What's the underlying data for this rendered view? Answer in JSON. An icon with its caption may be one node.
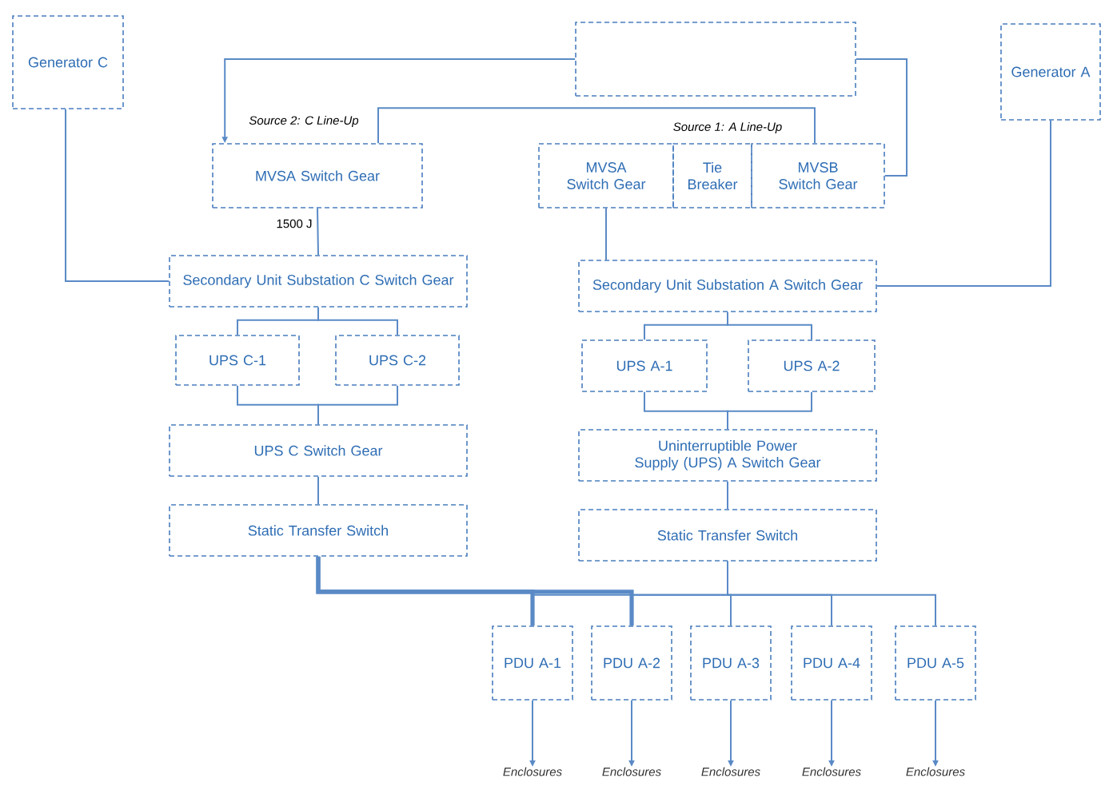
{
  "diagram": {
    "nodes": [
      {
        "text": [
          "Generator C"
        ]
      },
      {
        "text": [
          "Generator A"
        ]
      },
      {
        "text": [],
        "shape": "box"
      },
      {
        "text": [
          "MVSA Switch Gear"
        ]
      },
      {
        "text": [
          "MVSA Switch Gear"
        ]
      },
      {
        "text": [
          "Tie Breaker"
        ]
      },
      {
        "text": [
          "MVSB Switch Gear"
        ]
      },
      {
        "text": [
          "Secondary Unit Substation C Switch Gear"
        ]
      },
      {
        "text": [
          "Secondary Unit Substation A Switch Gear"
        ]
      },
      {
        "text": [
          "UPS C-1"
        ]
      },
      {
        "text": [
          "UPS C-2"
        ]
      },
      {
        "text": [
          "UPS A-1"
        ]
      },
      {
        "text": [
          "UPS A-2"
        ]
      },
      {
        "text": [
          "UPS C Switch Gear"
        ]
      },
      {
        "text": [
          "Uninterruptible Power Supply (UPS) A Switch Gear"
        ]
      },
      {
        "text": [
          "Static Transfer Switch"
        ]
      },
      {
        "text": [
          "Static Transfer Switch"
        ]
      },
      {
        "text": [
          "PDU A-1"
        ]
      },
      {
        "text": [
          "PDU A-2"
        ]
      },
      {
        "text": [
          "PDU A-3"
        ]
      },
      {
        "text": [
          "PDU A-4"
        ]
      },
      {
        "text": [
          "PDU A-5"
        ]
      },
      {
        "text": [
          "Enclosures"
        ]
      },
      {
        "text": [
          "Enclosures"
        ]
      },
      {
        "text": [
          "Enclosures"
        ]
      },
      {
        "text": [
          "Enclosures"
        ]
      },
      {
        "text": [
          "Enclosures"
        ]
      }
    ],
    "edges": [
      {
        "from": 2,
        "to": 3,
        "arrow": "to"
      },
      {
        "from": 3,
        "to": 6,
        "arrow": "none"
      },
      {
        "from": 2,
        "to": 6,
        "arrow": "none"
      },
      {
        "from": 0,
        "to": 7,
        "arrow": "none"
      },
      {
        "from": 1,
        "to": 8,
        "arrow": "none"
      },
      {
        "from": 3,
        "to": 7,
        "arrow": "none",
        "label": "1500 J"
      },
      {
        "from": 4,
        "to": 8,
        "arrow": "none"
      },
      {
        "from": 7,
        "to": 9,
        "arrow": "none"
      },
      {
        "from": 7,
        "to": 10,
        "arrow": "none"
      },
      {
        "from": 9,
        "to": 13,
        "arrow": "none"
      },
      {
        "from": 10,
        "to": 13,
        "arrow": "none"
      },
      {
        "from": 8,
        "to": 11,
        "arrow": "none"
      },
      {
        "from": 8,
        "to": 12,
        "arrow": "none"
      },
      {
        "from": 11,
        "to": 14,
        "arrow": "none"
      },
      {
        "from": 12,
        "to": 14,
        "arrow": "none"
      },
      {
        "from": 13,
        "to": 15,
        "arrow": "none"
      },
      {
        "from": 14,
        "to": 16,
        "arrow": "none"
      },
      {
        "from": 15,
        "to": 17,
        "arrow": "none",
        "style": "thick"
      },
      {
        "from": 15,
        "to": 18,
        "arrow": "none",
        "style": "thick"
      },
      {
        "from": 16,
        "to": 17,
        "arrow": "none"
      },
      {
        "from": 16,
        "to": 18,
        "arrow": "none"
      },
      {
        "from": 16,
        "to": 19,
        "arrow": "none"
      },
      {
        "from": 16,
        "to": 20,
        "arrow": "none"
      },
      {
        "from": 16,
        "to": 21,
        "arrow": "none"
      },
      {
        "from": 17,
        "to": 22,
        "arrow": "to"
      },
      {
        "from": 18,
        "to": 23,
        "arrow": "to"
      },
      {
        "from": 19,
        "to": 24,
        "arrow": "to"
      },
      {
        "from": 20,
        "to": 25,
        "arrow": "to"
      },
      {
        "from": 21,
        "to": 26,
        "arrow": "to"
      }
    ],
    "labels": [
      "Source 2: C Line-Up",
      "Source 1: A Line-Up"
    ]
  }
}
